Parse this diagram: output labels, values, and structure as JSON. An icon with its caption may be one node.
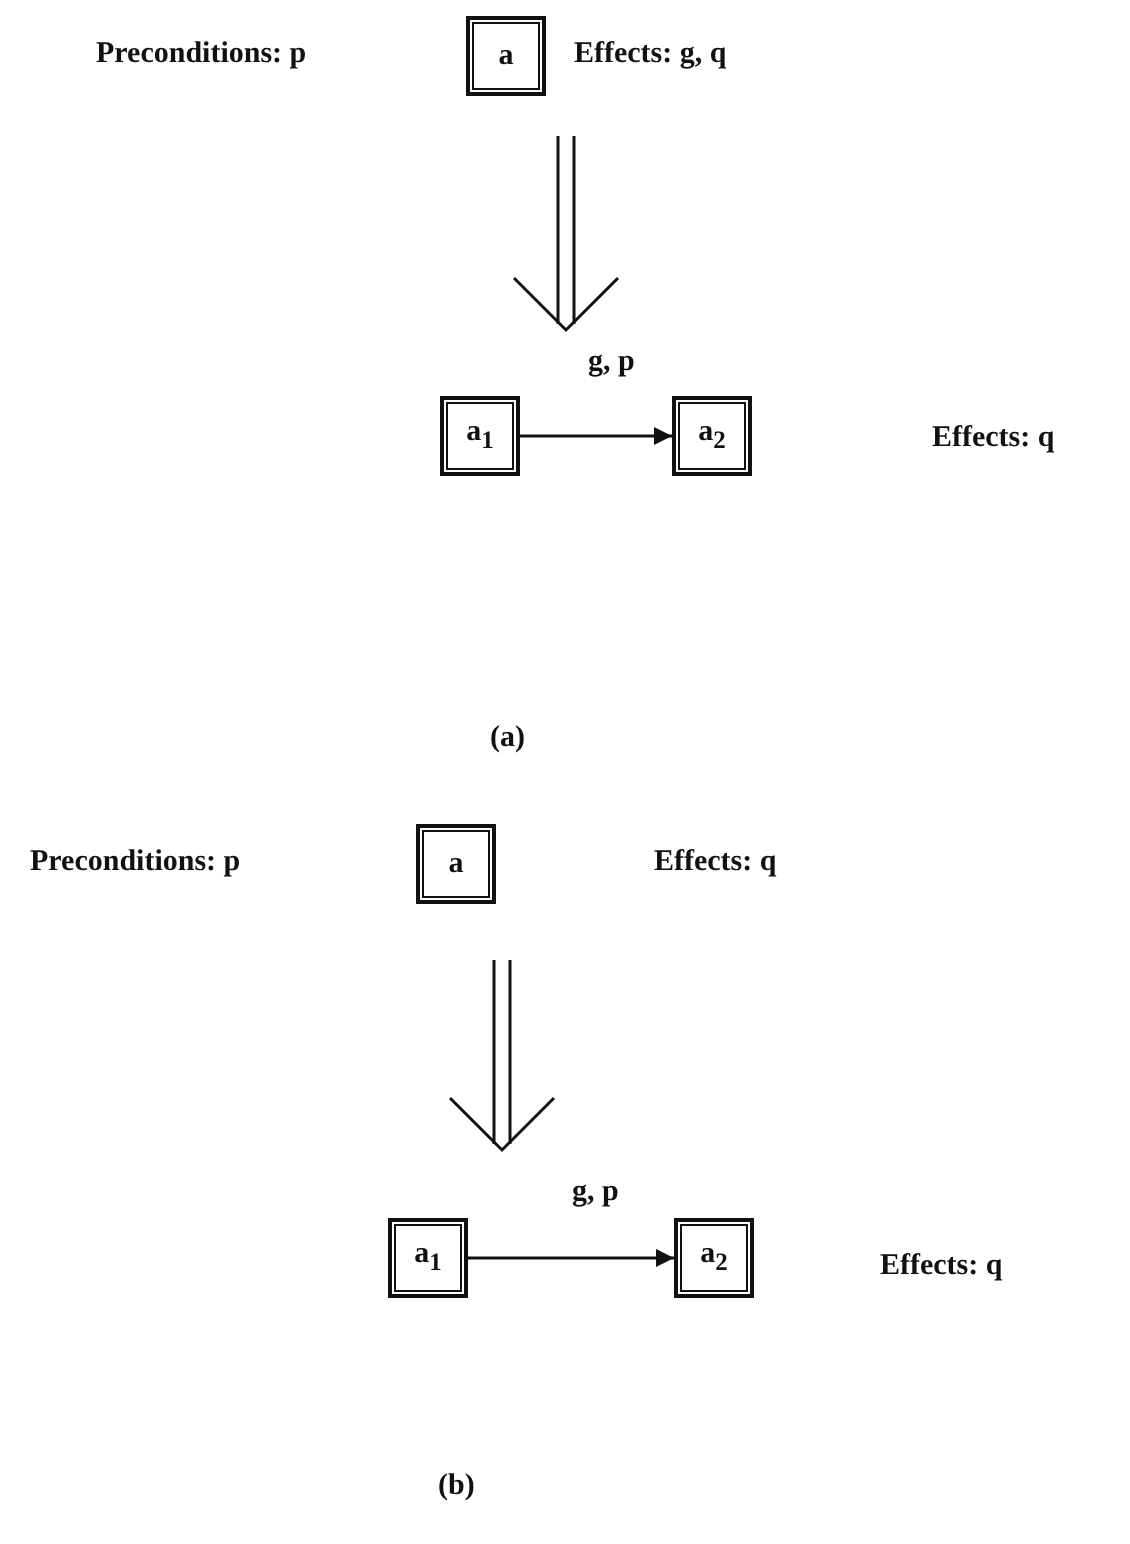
{
  "diagram": {
    "nodes": [
      {
        "text": [
          "a"
        ],
        "beside": [
          "Effects: g, q"
        ]
      },
      {
        "text": [
          "a$_{1}$"
        ]
      },
      {
        "text": [
          "a$_{2}$"
        ]
      },
      {
        "text": [
          "a"
        ]
      },
      {
        "text": [
          "a$_{1}$"
        ]
      },
      {
        "text": [
          "a$_{2}$"
        ]
      }
    ],
    "edges": [
      {
        "from": 1,
        "to": 2,
        "arrow": "to",
        "label": "g, p"
      },
      {
        "from": 4,
        "to": 5,
        "arrow": "to",
        "label": "g, p"
      }
    ],
    "labels": [
      "Preconditions: p",
      "Effects: q",
      "(a)",
      "Preconditions: p",
      "Effects: q",
      "Effects: q",
      "(b)"
    ]
  }
}
